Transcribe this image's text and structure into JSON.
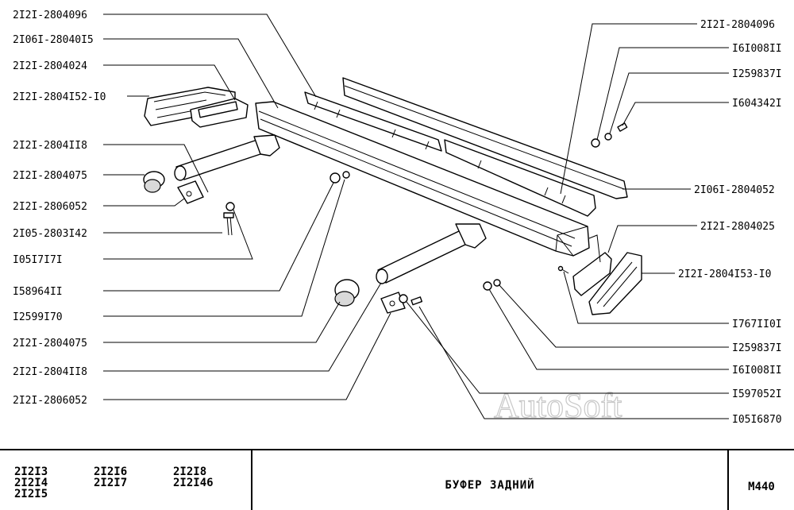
{
  "watermark": "AutoSoft",
  "left_labels": [
    "2I2I-2804096",
    "2I06I-28040I5",
    "2I2I-2804024",
    "2I2I-2804I52-I0",
    "2I2I-2804II8",
    "2I2I-2804075",
    "2I2I-2806052",
    "2I05-2803I42",
    "I05I7I7I",
    "I58964II",
    "I2599I70",
    "2I2I-2804075",
    "2I2I-2804II8",
    "2I2I-2806052"
  ],
  "right_labels": [
    "2I2I-2804096",
    "I6I008II",
    "I259837I",
    "I604342I",
    "2I06I-2804052",
    "2I2I-2804025",
    "2I2I-2804I53-I0",
    "I767II0I",
    "I259837I",
    "I6I008II",
    "I597052I",
    "I05I6870"
  ],
  "footer": {
    "models_col1": [
      "2I2I3",
      "2I2I4",
      "2I2I5"
    ],
    "models_col2": [
      "2I2I6",
      "2I2I7"
    ],
    "models_col3": [
      "2I2I8",
      "2I2I46"
    ],
    "title": "БУФЕР  ЗАДНИЙ",
    "code": "M440"
  }
}
